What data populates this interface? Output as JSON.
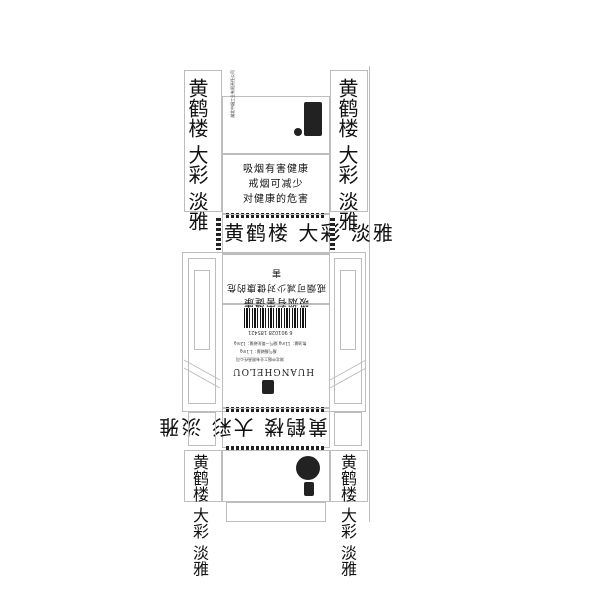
{
  "warning": {
    "line1": "吸烟有害健康",
    "line2": "戒烟可减少",
    "line3": "对健康的危害"
  },
  "warning_flipped": {
    "line1": "吸烟有害健康",
    "line2": "戒烟可减少对健康的危害"
  },
  "brand": {
    "calligraphy": "黄鹤楼 大彩 淡雅",
    "english": "HUANGHELOU"
  },
  "barcode": {
    "number": "6 901028 185421"
  },
  "small_print": {
    "line1": "焦油量：11mg  烟气一氧化碳量：12mg",
    "line2": "烟气烟碱量：1.1mg",
    "line3": "湖北中烟工业有限责任公司"
  }
}
